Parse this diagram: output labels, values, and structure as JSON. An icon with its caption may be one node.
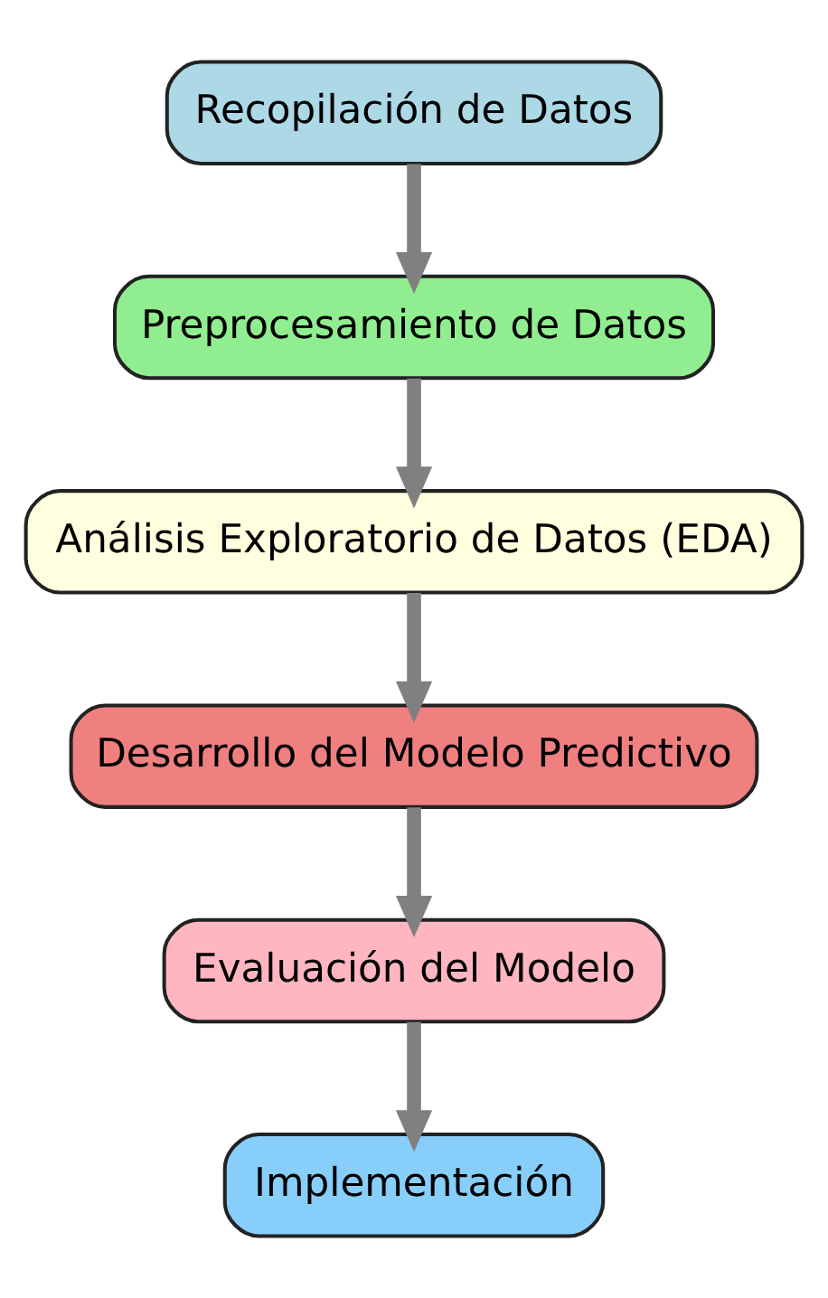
{
  "diagram": {
    "nodes": [
      {
        "text": [
          "Recopilación de Datos"
        ]
      },
      {
        "text": [
          "Preprocesamiento de Datos"
        ]
      },
      {
        "text": [
          "Análisis Exploratorio de Datos (EDA)"
        ]
      },
      {
        "text": [
          "Desarrollo del Modelo Predictivo"
        ]
      },
      {
        "text": [
          "Evaluación del Modelo"
        ]
      },
      {
        "text": [
          "Implementación"
        ]
      }
    ],
    "edges": [
      {
        "from": 0,
        "to": 1,
        "arrow": "to"
      },
      {
        "from": 1,
        "to": 2,
        "arrow": "to"
      },
      {
        "from": 2,
        "to": 3,
        "arrow": "to"
      },
      {
        "from": 3,
        "to": 4,
        "arrow": "to"
      },
      {
        "from": 4,
        "to": 5,
        "arrow": "to"
      }
    ]
  }
}
